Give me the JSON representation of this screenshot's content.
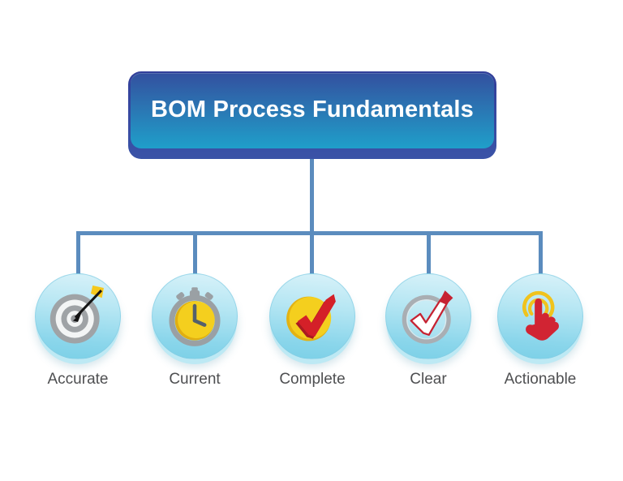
{
  "diagram": {
    "title": "BOM Process Fundamentals",
    "items": [
      {
        "label": "Accurate",
        "icon": "target-arrow-icon"
      },
      {
        "label": "Current",
        "icon": "stopwatch-icon"
      },
      {
        "label": "Complete",
        "icon": "checkmark-icon"
      },
      {
        "label": "Clear",
        "icon": "verified-checkmark-icon"
      },
      {
        "label": "Actionable",
        "icon": "tap-hand-icon"
      }
    ]
  },
  "colors": {
    "header_top": "#323f9a",
    "header_bottom": "#3a53a7",
    "header_inner_top": "#33509f",
    "header_inner_mid": "#2b74b2",
    "header_inner_bottom": "#1f9fca",
    "connector": "#5b8cbe",
    "node_top": "#d9f2f9",
    "node_mid": "#b5e6f3",
    "node_bottom": "#7bd0e7",
    "node_rim": "#bde9f4",
    "label_text": "#4e4f51",
    "title_text": "#ffffff",
    "icon_gray": "#9aa0a4",
    "icon_yellow": "#f4cf1e",
    "icon_red": "#d42028",
    "icon_dark": "#54606c"
  }
}
